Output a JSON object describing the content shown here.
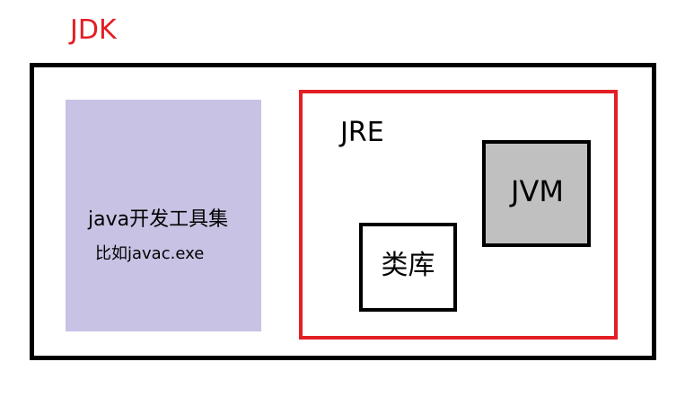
{
  "jdk": {
    "title": "JDK",
    "title_color": "#e31e24",
    "border_color": "#000000"
  },
  "tools": {
    "title": "java开发工具集",
    "subtitle": "比如javac.exe",
    "fill_color": "#c8c2e4"
  },
  "jre": {
    "title": "JRE",
    "border_color": "#e31e24"
  },
  "jvm": {
    "label": "JVM",
    "fill_color": "#c0c0c0"
  },
  "library": {
    "label": "类库"
  }
}
